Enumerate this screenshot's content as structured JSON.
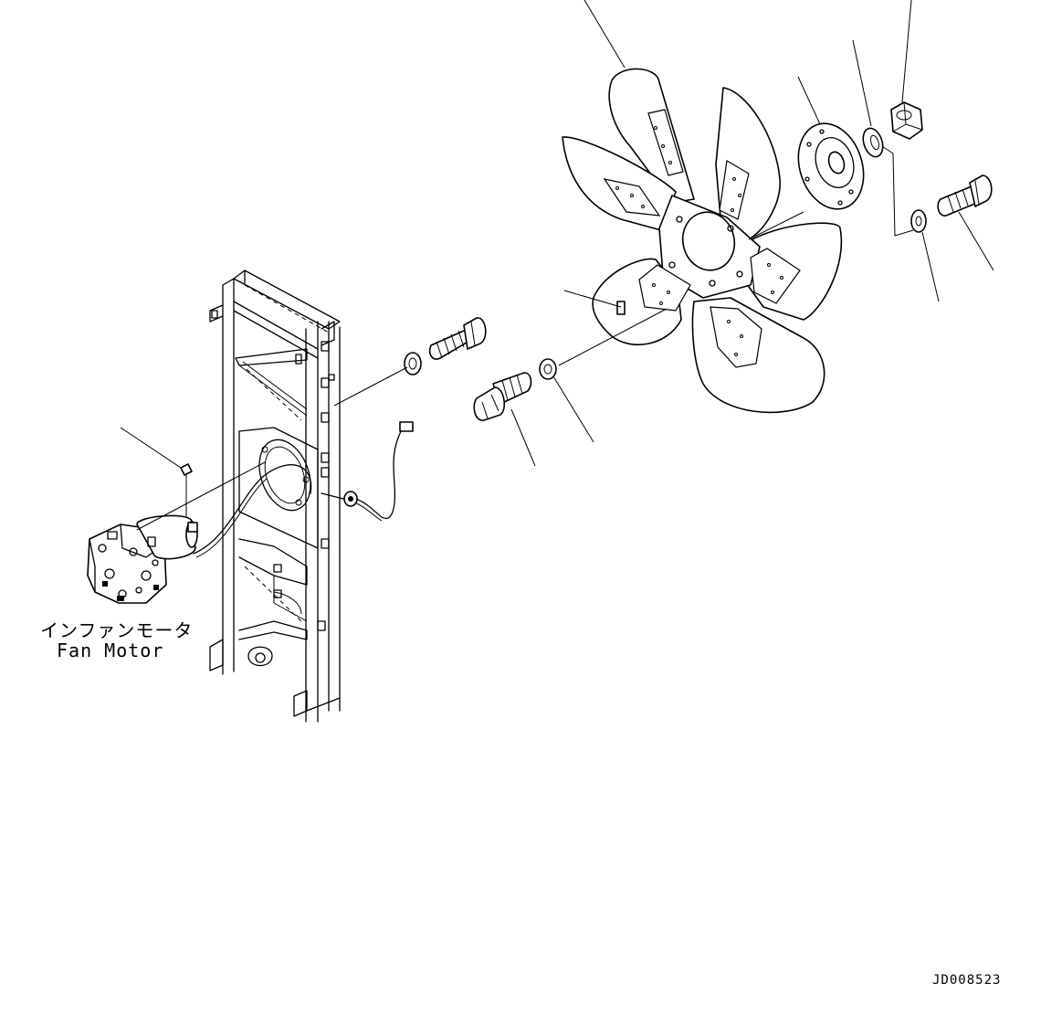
{
  "labels": {
    "fan_motor_jp": "インファンモータ",
    "fan_motor_en": "Fan Motor"
  },
  "document_number": "JD008523",
  "colors": {
    "line": "#000000",
    "background": "#ffffff"
  }
}
